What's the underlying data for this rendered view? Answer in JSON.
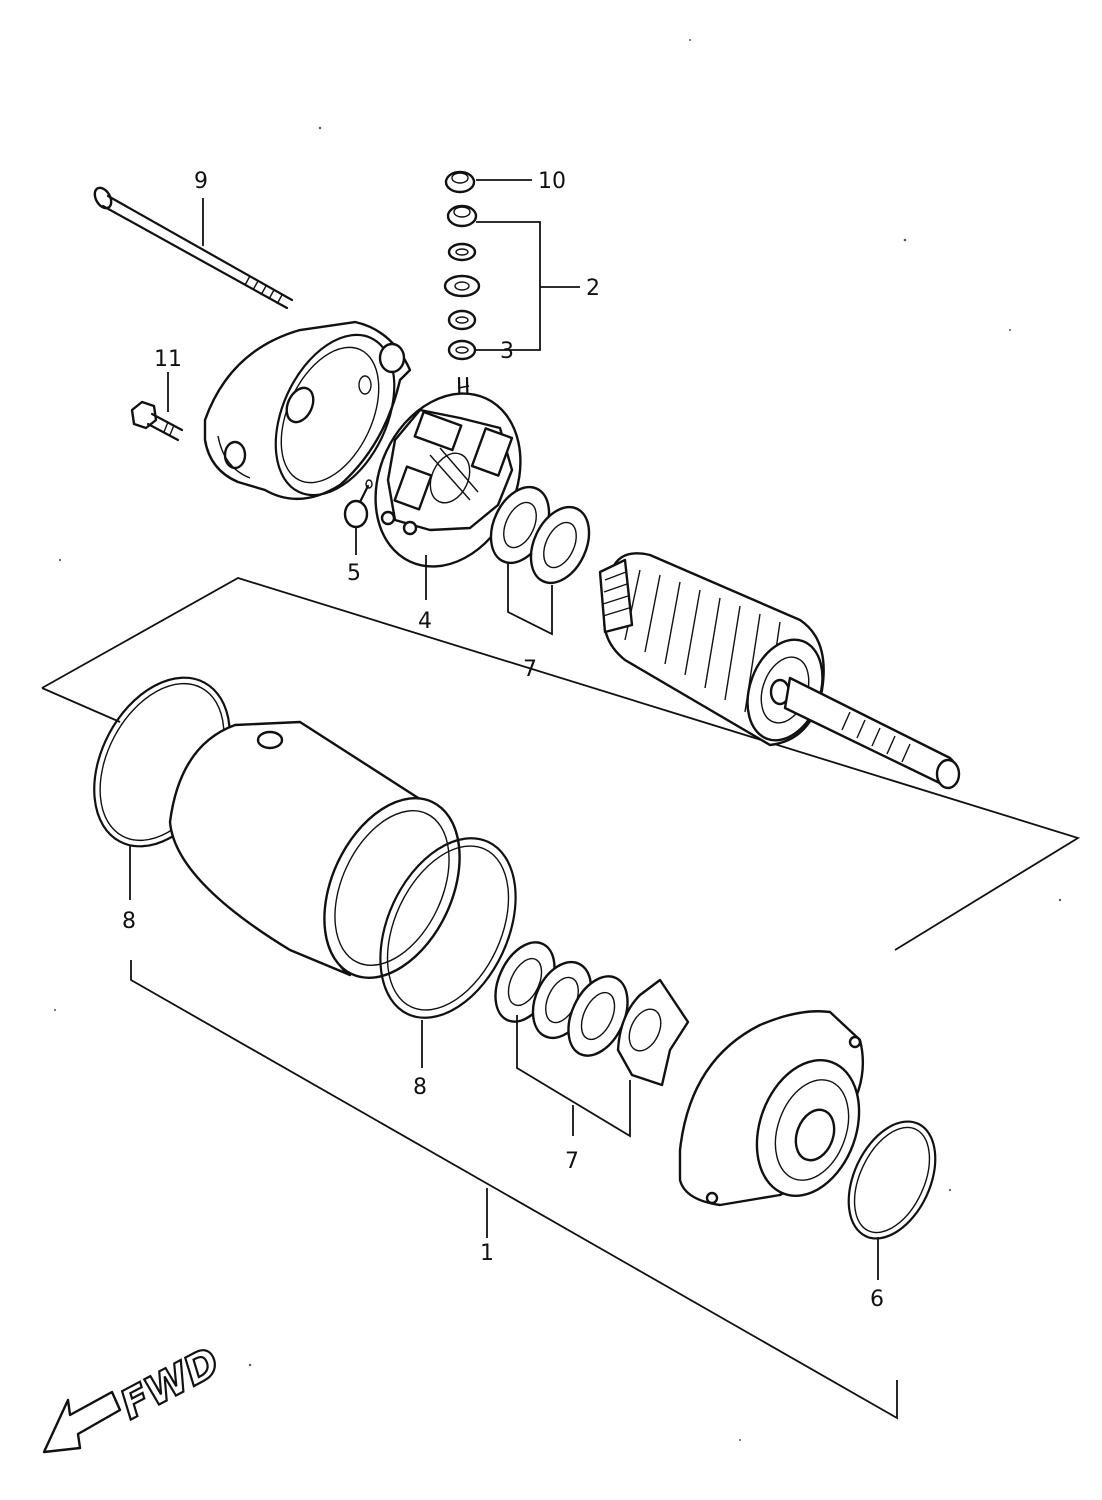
{
  "diagram": {
    "callouts": [
      {
        "id": "1",
        "label": "1"
      },
      {
        "id": "2",
        "label": "2"
      },
      {
        "id": "3",
        "label": "3"
      },
      {
        "id": "4",
        "label": "4"
      },
      {
        "id": "5",
        "label": "5"
      },
      {
        "id": "6",
        "label": "6"
      },
      {
        "id": "7a",
        "label": "7"
      },
      {
        "id": "7b",
        "label": "7"
      },
      {
        "id": "8a",
        "label": "8"
      },
      {
        "id": "8b",
        "label": "8"
      },
      {
        "id": "9",
        "label": "9"
      },
      {
        "id": "10",
        "label": "10"
      },
      {
        "id": "11",
        "label": "11"
      }
    ],
    "direction_label": "FWD"
  }
}
